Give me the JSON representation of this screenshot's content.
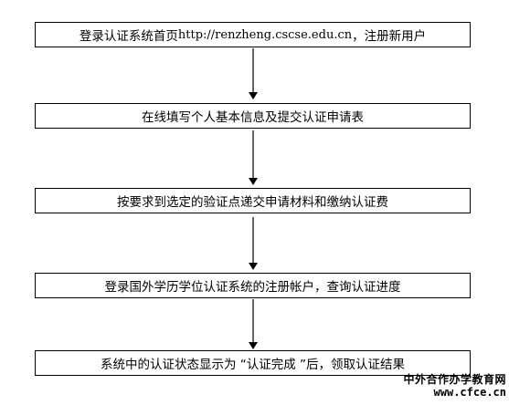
{
  "steps": [
    {
      "before": "登录认证系统首页 ",
      "url": "http://renzheng.cscse.edu.cn",
      "after": "，注册新用户"
    },
    {
      "text": "在线填写个人基本信息及提交认证申请表"
    },
    {
      "text": "按要求到选定的验证点递交申请材料和缴纳认证费"
    },
    {
      "text": "登录国外学历学位认证系统的注册帐户，查询认证进度"
    },
    {
      "text": "系统中的认证状态显示为 “认证完成 ”后，领取认证结果"
    }
  ],
  "watermark": {
    "site_name": "中外合作办学教育网",
    "site_url": "www.cfce.cn"
  },
  "colors": {
    "border": "#000000",
    "text": "#000000",
    "background": "#ffffff"
  }
}
